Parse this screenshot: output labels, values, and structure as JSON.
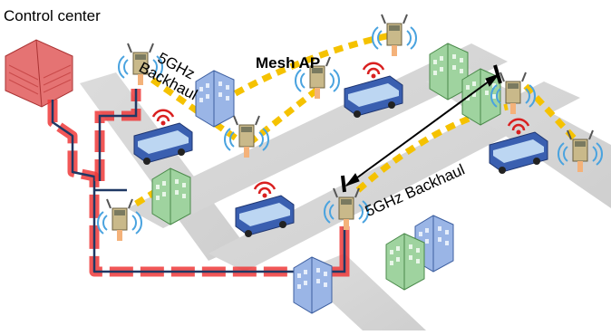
{
  "labels": {
    "control_center": "Control center",
    "backhaul_top_line1": "5GHz",
    "backhaul_top_line2": "Backhaul",
    "mesh_ap": "Mesh AP",
    "backhaul_right": "5GHz Backhaul"
  },
  "colors": {
    "road": "#d6d6d6",
    "wired_link": "#ee3a3a",
    "wired_core": "#1f3864",
    "wireless_link": "#f5c200",
    "control_center": "#e57373",
    "bus": "#3a5fb0",
    "building_green": "#9fd39f",
    "building_blue": "#9ab5e6",
    "signal": "#4aa3df",
    "bus_signal": "#d92020"
  },
  "icons": {
    "control_center": "server-rack-icon",
    "mesh_ap": "wireless-ap-icon",
    "bus": "bus-icon",
    "building": "building-icon"
  }
}
